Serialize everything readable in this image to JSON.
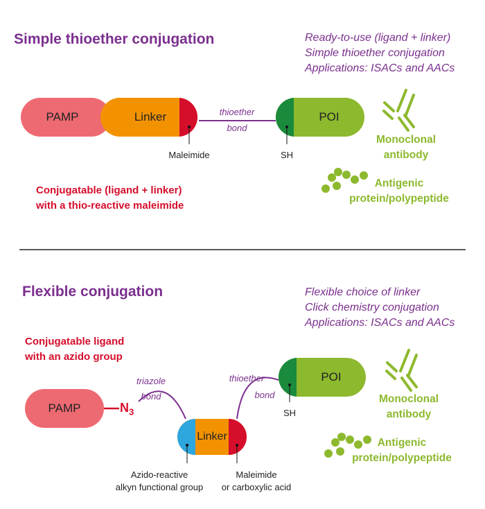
{
  "colors": {
    "purple": "#7b2f8e",
    "red": "#d50e2c",
    "green": "#8db92e",
    "dark_green": "#1a8a3c",
    "orange": "#f39200",
    "pink": "#ee6a72",
    "blue": "#2ea6de"
  },
  "top": {
    "title": "Simple thioether conjugation",
    "notes": [
      "Ready-to-use (ligand + linker)",
      "Simple thioether conjugation",
      "Applications: ISACs and AACs"
    ],
    "pamp": "PAMP",
    "linker": "Linker",
    "maleimide": "Maleimide",
    "bond_line1": "thioether",
    "bond_line2": "bond",
    "poi": "POI",
    "sh": "SH",
    "conj_line1": "Conjugatable (ligand + linker)",
    "conj_line2": "with a thio-reactive maleimide",
    "antibody_line1": "Monoclonal",
    "antibody_line2": "antibody",
    "antigen_line1": "Antigenic",
    "antigen_line2": "protein/polypeptide"
  },
  "bottom": {
    "title": "Flexible conjugation",
    "notes": [
      "Flexible choice of linker",
      "Click chemistry conjugation",
      "Applications: ISACs and AACs"
    ],
    "conj_line1": "Conjugatable ligand",
    "conj_line2": "with an azido group",
    "pamp": "PAMP",
    "azide_n": "N",
    "azide_sub": "3",
    "triazole_line1": "triazole",
    "triazole_line2": "bond",
    "linker": "Linker",
    "thioether_line1": "thioether",
    "thioether_line2": "bond",
    "poi": "POI",
    "sh": "SH",
    "azido_label_line1": "Azido-reactive",
    "azido_label_line2": "alkyn functional group",
    "maleimide_line1": "Maleimide",
    "maleimide_line2": "or carboxylic acid",
    "antibody_line1": "Monoclonal",
    "antibody_line2": "antibody",
    "antigen_line1": "Antigenic",
    "antigen_line2": "protein/polypeptide"
  }
}
